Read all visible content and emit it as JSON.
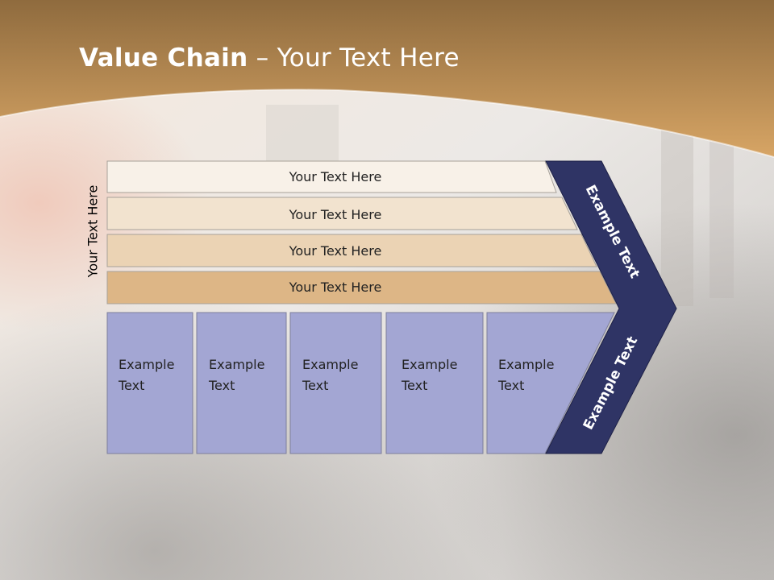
{
  "slide": {
    "title_bold": "Value Chain",
    "title_rest": " – Your Text Here",
    "side_label": "Your Text Here"
  },
  "rows": [
    {
      "label": "Your Text Here",
      "color": "#f8f1e8"
    },
    {
      "label": "Your Text Here",
      "color": "#f2e3cf"
    },
    {
      "label": "Your Text Here",
      "color": "#ebd3b4"
    },
    {
      "label": "Your Text Here",
      "color": "#ddb686"
    }
  ],
  "columns": [
    {
      "line1": "Example",
      "line2": "Text"
    },
    {
      "line1": "Example",
      "line2": "Text"
    },
    {
      "line1": "Example",
      "line2": "Text"
    },
    {
      "line1": "Example",
      "line2": "Text"
    },
    {
      "line1": "Example",
      "line2": "Text"
    }
  ],
  "chevron": {
    "top_label": "Example Text",
    "bottom_label": "Example Text"
  },
  "colors": {
    "header_brown": "#b58a4e",
    "column_fill": "#a3a6d3",
    "chevron_fill": "#2f3465"
  }
}
